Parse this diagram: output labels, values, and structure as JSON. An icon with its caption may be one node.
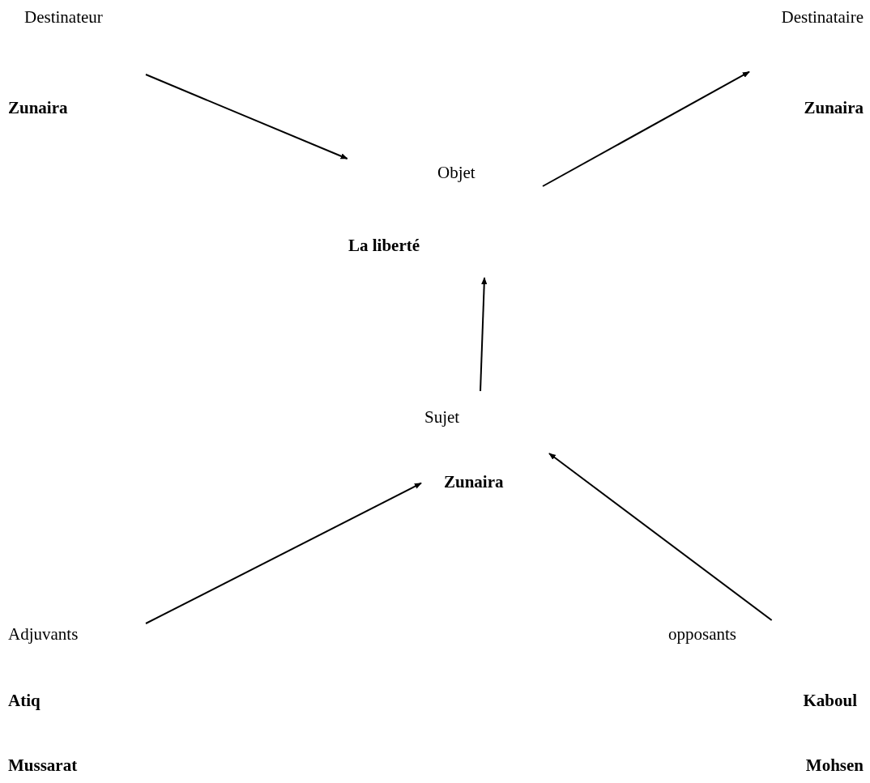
{
  "diagram": {
    "nodes": [
      {
        "text": [
          "Destinateur",
          "Zunaira"
        ]
      },
      {
        "text": [
          "Destinataire",
          "Zunaira"
        ]
      },
      {
        "text": [
          "Objet",
          "La liberté"
        ]
      },
      {
        "text": [
          "Sujet",
          "Zunaira"
        ]
      },
      {
        "text": [
          "Adjuvants",
          "Atiq",
          "Mussarat"
        ]
      },
      {
        "text": [
          "opposants",
          "Kaboul",
          "Mohsen"
        ]
      }
    ],
    "edges": [
      {
        "from": 0,
        "to": 2,
        "arrow": "to"
      },
      {
        "from": 2,
        "to": 1,
        "arrow": "to"
      },
      {
        "from": 3,
        "to": 2,
        "arrow": "to"
      },
      {
        "from": 4,
        "to": 3,
        "arrow": "to"
      },
      {
        "from": 5,
        "to": 3,
        "arrow": "to"
      }
    ]
  }
}
